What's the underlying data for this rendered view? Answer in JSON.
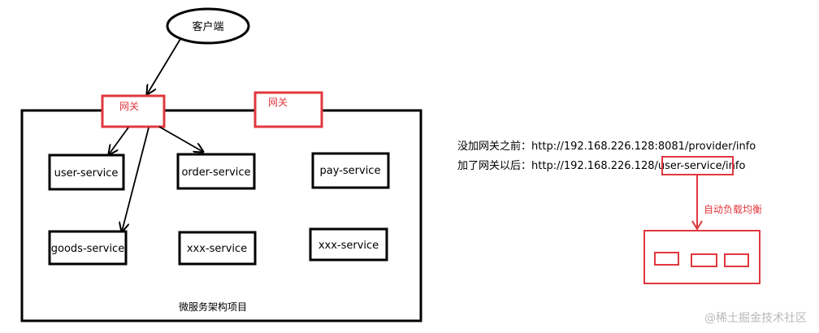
{
  "client": {
    "label": "客户端"
  },
  "gateways": [
    {
      "label": "网关"
    },
    {
      "label": "网关"
    }
  ],
  "services": [
    {
      "label": "user-service"
    },
    {
      "label": "order-service"
    },
    {
      "label": "pay-service"
    },
    {
      "label": "goods-service"
    },
    {
      "label": "xxx-service"
    },
    {
      "label": "xxx-service"
    }
  ],
  "project": {
    "label": "微服务架构项目"
  },
  "notes": {
    "before_prefix": "没加网关之前：",
    "before_url": "http://192.168.226.128:8081/provider/info",
    "after_prefix": "加了网关以后：",
    "after_url_part1": "http://192.168.226.128/",
    "after_url_highlight": "user-service",
    "after_url_part2": "/info"
  },
  "load_balance": {
    "label": "自动负载均衡"
  },
  "watermark": {
    "text": "@稀土掘金技术社区"
  },
  "colors": {
    "accent_red": "#e0383e",
    "stroke": "#000000"
  }
}
